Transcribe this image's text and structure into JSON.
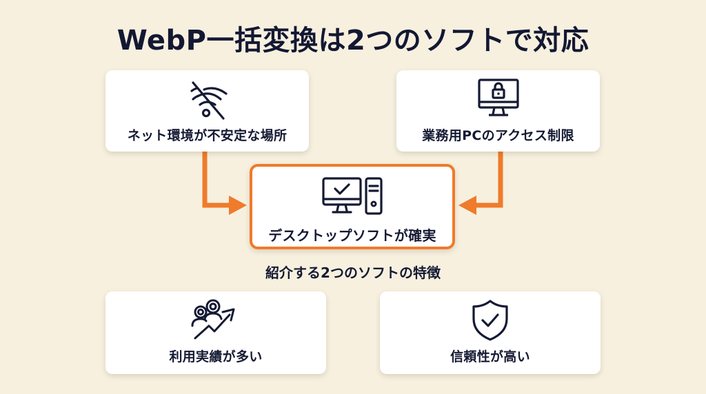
{
  "title": "WebP一括変換は2つのソフトで対応",
  "top_cards": [
    {
      "label": "ネット環境が不安定な場所",
      "icon": "wifi-off-icon"
    },
    {
      "label": "業務用PCのアクセス制限",
      "icon": "locked-monitor-icon"
    }
  ],
  "center_card": {
    "label": "デスクトップソフトが確実",
    "icon": "desktop-computer-check-icon"
  },
  "features_heading": "紹介する2つのソフトの特徴",
  "feature_cards": [
    {
      "label": "利用実績が多い",
      "icon": "users-growth-icon"
    },
    {
      "label": "信頼性が高い",
      "icon": "shield-check-icon"
    }
  ],
  "colors": {
    "background": "#f7f0df",
    "accent": "#ef7b2b",
    "text": "#151a33",
    "card": "#ffffff"
  }
}
